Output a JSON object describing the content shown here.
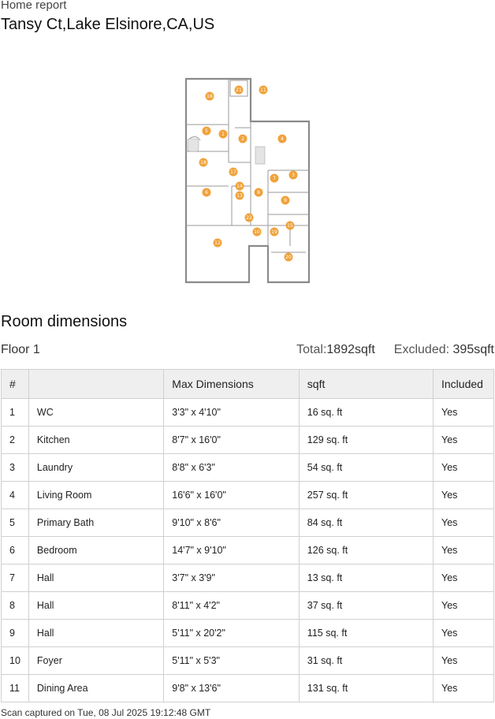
{
  "header": {
    "report_label": "Home report",
    "address": "Tansy Ct,Lake Elsinore,CA,US"
  },
  "floorplan": {
    "markers": [
      {
        "n": "1",
        "room": "WC"
      },
      {
        "n": "2",
        "room": "Kitchen"
      },
      {
        "n": "3",
        "room": "Laundry"
      },
      {
        "n": "4",
        "room": "Living Room"
      },
      {
        "n": "5",
        "room": "Primary Bath"
      },
      {
        "n": "6",
        "room": "Bedroom"
      },
      {
        "n": "7",
        "room": "Hall"
      },
      {
        "n": "8",
        "room": "Hall"
      },
      {
        "n": "9",
        "room": "Hall"
      },
      {
        "n": "10",
        "room": "Foyer"
      },
      {
        "n": "11",
        "room": "Dining Area"
      },
      {
        "n": "12",
        "room": ""
      },
      {
        "n": "13",
        "room": ""
      },
      {
        "n": "14",
        "room": ""
      },
      {
        "n": "15",
        "room": ""
      },
      {
        "n": "16",
        "room": ""
      },
      {
        "n": "17",
        "room": ""
      },
      {
        "n": "18",
        "room": ""
      },
      {
        "n": "19",
        "room": ""
      },
      {
        "n": "20",
        "room": ""
      },
      {
        "n": "21",
        "room": ""
      },
      {
        "n": "22",
        "room": ""
      }
    ]
  },
  "room_dimensions": {
    "title": "Room dimensions",
    "floor": "Floor 1",
    "total_label": "Total:",
    "total_value": "1892sqft",
    "excluded_label": "Excluded:",
    "excluded_value": "395sqft",
    "columns": [
      "#",
      "",
      "Max Dimensions",
      "sqft",
      "Included"
    ],
    "rows": [
      {
        "num": "1",
        "name": "WC",
        "dims": "3'3\" x 4'10\"",
        "sqft": "16 sq. ft",
        "included": "Yes"
      },
      {
        "num": "2",
        "name": "Kitchen",
        "dims": "8'7\" x 16'0\"",
        "sqft": "129 sq. ft",
        "included": "Yes"
      },
      {
        "num": "3",
        "name": "Laundry",
        "dims": "8'8\" x 6'3\"",
        "sqft": "54 sq. ft",
        "included": "Yes"
      },
      {
        "num": "4",
        "name": "Living Room",
        "dims": "16'6\" x 16'0\"",
        "sqft": "257 sq. ft",
        "included": "Yes"
      },
      {
        "num": "5",
        "name": "Primary Bath",
        "dims": "9'10\" x 8'6\"",
        "sqft": "84 sq. ft",
        "included": "Yes"
      },
      {
        "num": "6",
        "name": "Bedroom",
        "dims": "14'7\" x 9'10\"",
        "sqft": "126 sq. ft",
        "included": "Yes"
      },
      {
        "num": "7",
        "name": "Hall",
        "dims": "3'7\" x 3'9\"",
        "sqft": "13 sq. ft",
        "included": "Yes"
      },
      {
        "num": "8",
        "name": "Hall",
        "dims": "8'11\" x 4'2\"",
        "sqft": "37 sq. ft",
        "included": "Yes"
      },
      {
        "num": "9",
        "name": "Hall",
        "dims": "5'11\" x 20'2\"",
        "sqft": "115 sq. ft",
        "included": "Yes"
      },
      {
        "num": "10",
        "name": "Foyer",
        "dims": "5'11\" x 5'3\"",
        "sqft": "31 sq. ft",
        "included": "Yes"
      },
      {
        "num": "11",
        "name": "Dining Area",
        "dims": "9'8\" x 13'6\"",
        "sqft": "131 sq. ft",
        "included": "Yes"
      }
    ]
  },
  "footer": {
    "captured": "Scan captured on Tue, 08 Jul 2025 19:12:48 GMT"
  },
  "colors": {
    "marker": "#f0a23a",
    "wall": "#8a8a8a",
    "table_header_bg": "#efefef",
    "table_border": "#d0d0d0"
  }
}
